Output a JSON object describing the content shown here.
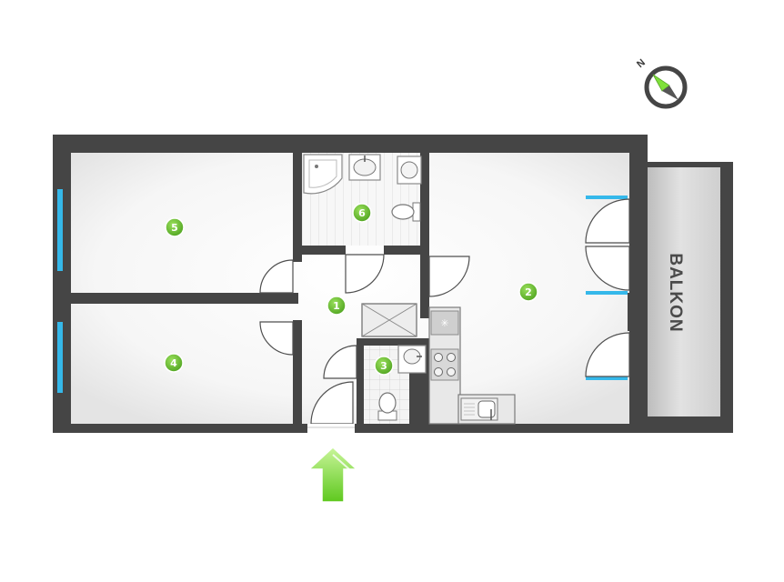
{
  "colors": {
    "wall": "#454545",
    "floor_light": "#ffffff",
    "floor_shade": "#e9e9e9",
    "balcony": "#d6d6d6",
    "window": "#35b8ea",
    "badge": "#6cc13a",
    "arrow": "#7fe03a"
  },
  "rooms": [
    {
      "id": "r1",
      "number": "1"
    },
    {
      "id": "r2",
      "number": "2"
    },
    {
      "id": "r3",
      "number": "3"
    },
    {
      "id": "r4",
      "number": "4"
    },
    {
      "id": "r5",
      "number": "5"
    },
    {
      "id": "r6",
      "number": "6"
    }
  ],
  "balcony": {
    "label": "BALKON"
  },
  "compass": {
    "label": "N",
    "icon": "compass-icon"
  },
  "entrance": {
    "icon": "entrance-arrow-icon"
  }
}
